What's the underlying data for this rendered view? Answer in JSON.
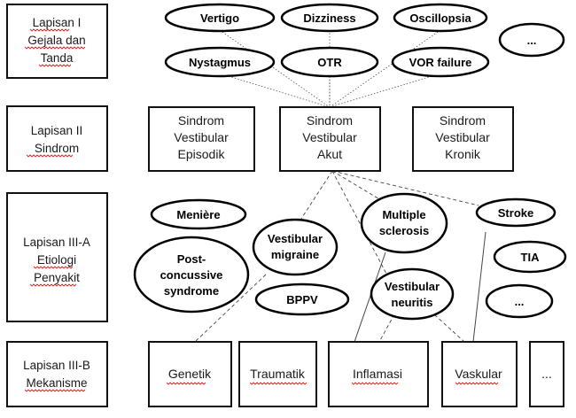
{
  "layers": [
    {
      "id": "l1",
      "lines": [
        "Lapisan I",
        "Gejala dan",
        "Tanda"
      ]
    },
    {
      "id": "l2",
      "lines": [
        "Lapisan II",
        "Sindrom"
      ]
    },
    {
      "id": "l3a",
      "lines": [
        "Lapisan III-A",
        "Etiologi",
        "Penyakit"
      ]
    },
    {
      "id": "l3b",
      "lines": [
        "Lapisan III-B",
        "Mekanisme"
      ]
    }
  ],
  "symptoms": [
    {
      "id": "vertigo",
      "lines": [
        "Vertigo"
      ]
    },
    {
      "id": "dizziness",
      "lines": [
        "Dizziness"
      ]
    },
    {
      "id": "oscillopsia",
      "lines": [
        "Oscillopsia"
      ]
    },
    {
      "id": "more1",
      "lines": [
        "..."
      ]
    },
    {
      "id": "nystagmus",
      "lines": [
        "Nystagmus"
      ]
    },
    {
      "id": "otr",
      "lines": [
        "OTR"
      ]
    },
    {
      "id": "vor",
      "lines": [
        "VOR failure"
      ]
    }
  ],
  "syndromes": [
    {
      "id": "episodik",
      "lines": [
        "Sindrom",
        "Vestibular",
        "Episodik"
      ]
    },
    {
      "id": "akut",
      "lines": [
        "Sindrom",
        "Vestibular",
        "Akut"
      ]
    },
    {
      "id": "kronik",
      "lines": [
        "Sindrom",
        "Vestibular",
        "Kronik"
      ]
    }
  ],
  "diseases": [
    {
      "id": "meniere",
      "lines": [
        "Menière"
      ]
    },
    {
      "id": "vm",
      "lines": [
        "Vestibular",
        "migraine"
      ]
    },
    {
      "id": "ms",
      "lines": [
        "Multiple",
        "sclerosis"
      ]
    },
    {
      "id": "stroke",
      "lines": [
        "Stroke"
      ]
    },
    {
      "id": "pcs",
      "lines": [
        "Post-",
        "concussive",
        "syndrome"
      ]
    },
    {
      "id": "tia",
      "lines": [
        "TIA"
      ]
    },
    {
      "id": "bppv",
      "lines": [
        "BPPV"
      ]
    },
    {
      "id": "vn",
      "lines": [
        "Vestibular",
        "neuritis"
      ]
    },
    {
      "id": "more2",
      "lines": [
        "..."
      ]
    }
  ],
  "mechanisms": [
    {
      "id": "genetik",
      "lines": [
        "Genetik"
      ]
    },
    {
      "id": "traumatik",
      "lines": [
        "Traumatik"
      ]
    },
    {
      "id": "inflamasi",
      "lines": [
        "Inflamasi"
      ]
    },
    {
      "id": "vaskular",
      "lines": [
        "Vaskular"
      ]
    },
    {
      "id": "more3",
      "lines": [
        "..."
      ]
    }
  ]
}
